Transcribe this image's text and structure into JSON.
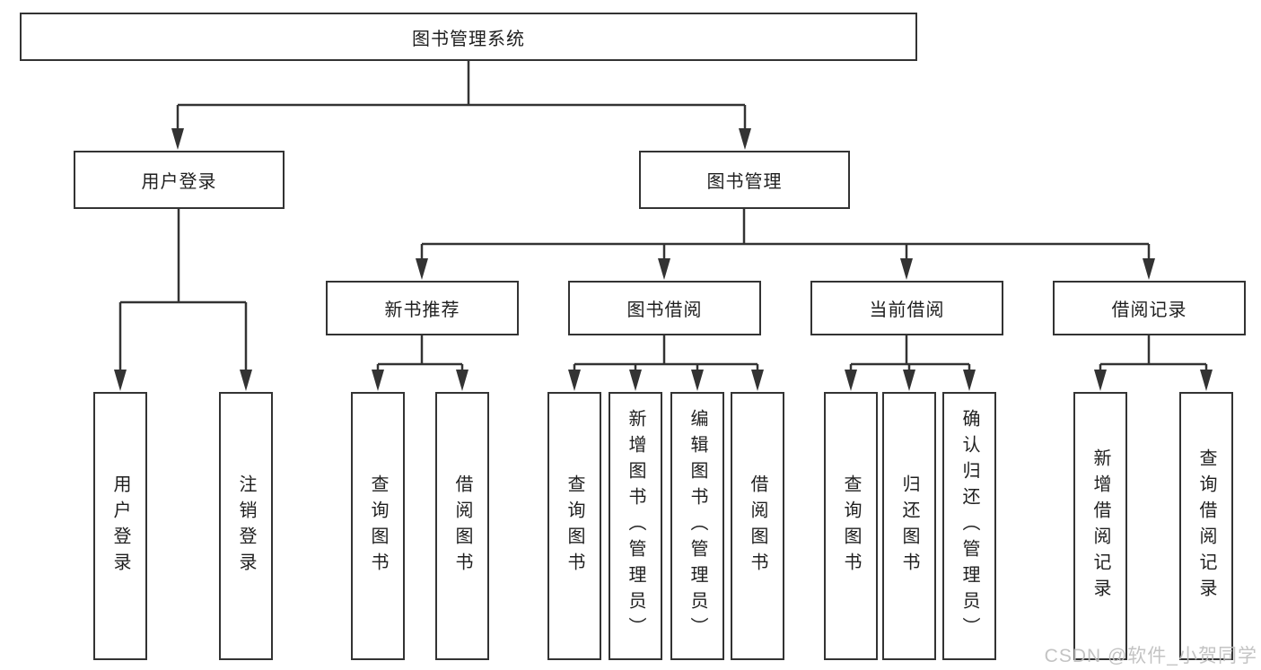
{
  "diagram": {
    "type": "tree",
    "root": {
      "label": "图书管理系统",
      "children": [
        {
          "label": "用户登录",
          "children": [
            {
              "label": "用户登录"
            },
            {
              "label": "注销登录"
            }
          ]
        },
        {
          "label": "图书管理",
          "children": [
            {
              "label": "新书推荐",
              "children": [
                {
                  "label": "查询图书"
                },
                {
                  "label": "借阅图书"
                }
              ]
            },
            {
              "label": "图书借阅",
              "children": [
                {
                  "label": "查询图书"
                },
                {
                  "label": "新增图书（管理员）"
                },
                {
                  "label": "编辑图书（管理员）"
                },
                {
                  "label": "借阅图书"
                }
              ]
            },
            {
              "label": "当前借阅",
              "children": [
                {
                  "label": "查询图书"
                },
                {
                  "label": "归还图书"
                },
                {
                  "label": "确认归还（管理员）"
                }
              ]
            },
            {
              "label": "借阅记录",
              "children": [
                {
                  "label": "新增借阅记录"
                },
                {
                  "label": "查询借阅记录"
                }
              ]
            }
          ]
        }
      ]
    }
  },
  "watermark": "CSDN @软件_小贺同学",
  "colors": {
    "line": "#333333",
    "text": "#1f1f1f",
    "watermark": "#bebebe",
    "background": "#ffffff"
  }
}
